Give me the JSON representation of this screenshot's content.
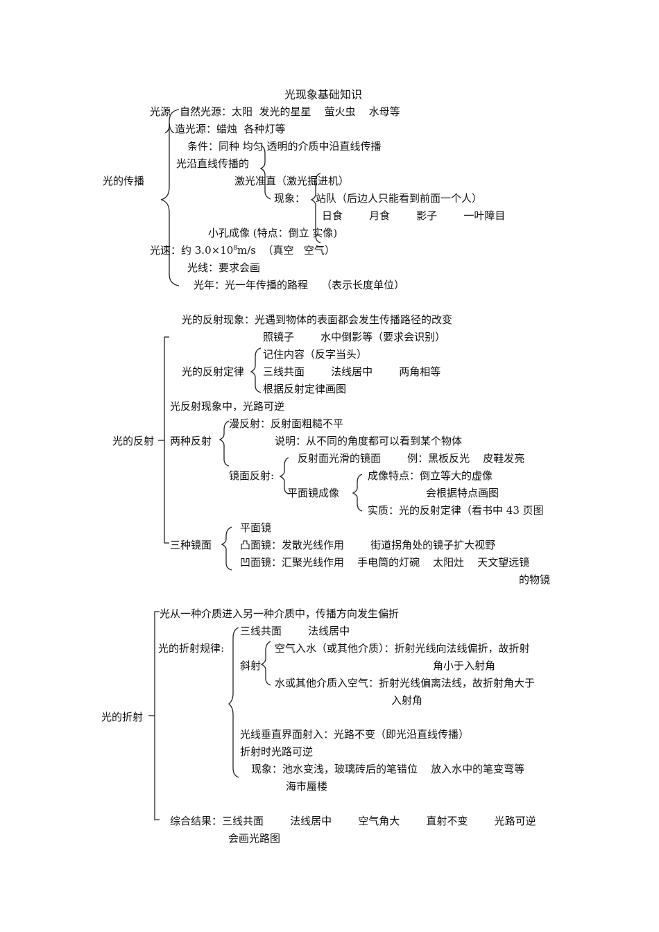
{
  "title": "光现象基础知识",
  "propagation": {
    "root": "光的传播",
    "source_label": "光源",
    "natural": "自然光源：太阳  发光的星星    萤火虫    水母等",
    "artificial": "人造光源：蜡烛  各种灯等",
    "condition": "条件：同种 均匀 透明的介质中沿直线传播",
    "straight_line": "光沿直线传播的",
    "laser": "激光准直（激光掘进机）",
    "phenomena_label": "现象：",
    "phenomena_1": "站队（后边人只能看到前面一个人）",
    "phenomena_2": "日食        月食        影子        一叶障目",
    "pinhole": "小孔成像 (特点：倒立 实像)",
    "speed_prefix": "光速：约 3.0×10",
    "speed_exp": "8",
    "speed_suffix": "m/s  （真空   空气）",
    "ray": "光线：要求会画",
    "lightyear": "光年：光一年传播的路程    （表示长度单位）"
  },
  "reflection": {
    "root": "光的反射",
    "phenomenon": "光的反射现象：光遇到物体的表面都会发生传播路径的改变",
    "examples": "照镜子        水中倒影等（要求会识别）",
    "law_label": "光的反射定律",
    "law_items": [
      "记住内容（反字当头）",
      "三线共面        法线居中        两角相等",
      "根据反射定律画图"
    ],
    "reversible": "光反射现象中，光路可逆",
    "two_types_label": "两种反射",
    "diffuse": "漫反射：反射面粗糙不平",
    "diffuse_note": "说明：从不同的角度都可以看到某个物体",
    "specular_label": "镜面反射:",
    "specular_smooth": "反射面光滑的镜面        例：黑板反光    皮鞋发亮",
    "plane_image_label": "平面镜成像",
    "plane_image_items": [
      "成像特点：倒立等大的虚像",
      "会根据特点画图",
      "实质：光的反射定律（看书中 43 页图"
    ],
    "three_mirrors_label": "三种镜面",
    "mirror_items": [
      "平面镜",
      "凸面镜：发散光线作用        街道拐角处的镜子扩大视野",
      "凹面镜：汇聚光线作用    手电筒的灯碗    太阳灶    天文望远镜",
      "的物镜"
    ]
  },
  "refraction": {
    "root": "光的折射",
    "definition": "光从一种介质进入另一种介质中，传播方向发生偏折",
    "law_label": "光的折射规律:",
    "coplanar": "三线共面        法线居中",
    "oblique_label": "斜射",
    "air_to_water": "空气入水（或其他介质）：折射光线向法线偏折，故折射",
    "air_to_water_2": "角小于入射角",
    "water_to_air": "水或其他介质入空气：折射光线偏离法线，故折射角大于",
    "water_to_air_2": "入射角",
    "perpendicular": "光线垂直界面射入：光路不变（即光沿直线传播）",
    "reversible": "折射时光路可逆",
    "phenomena": "现象：池水变浅，玻璃砖后的笔错位    放入水中的笔变弯等",
    "phenomena_2": "海市蜃楼",
    "summary": "综合结果：三线共面        法线居中        空气角大        直射不变        光路可逆",
    "summary_2": "会画光路图"
  }
}
